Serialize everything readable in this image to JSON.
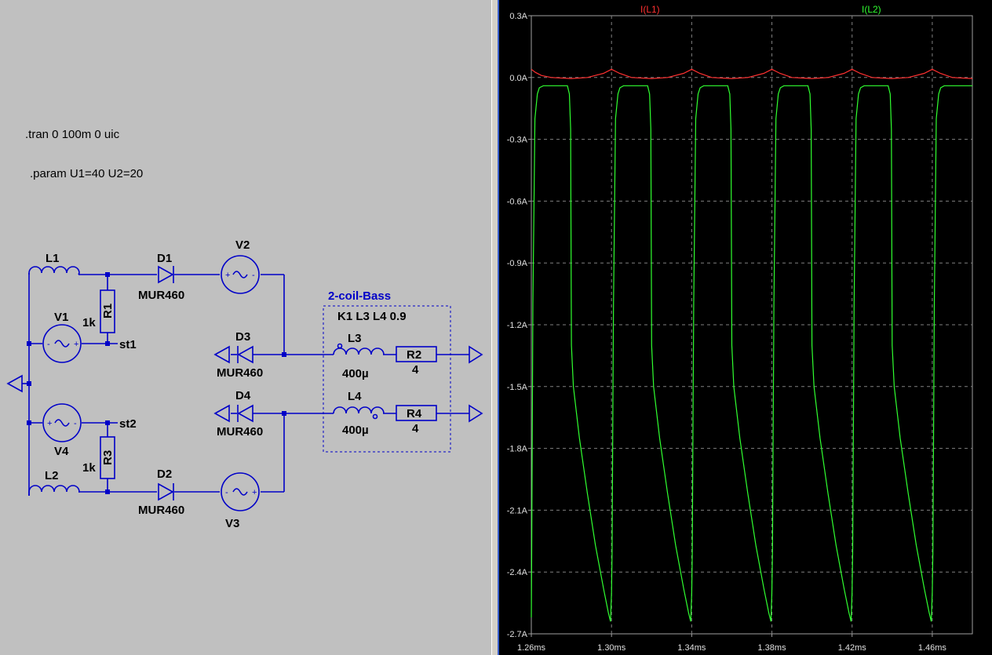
{
  "schematic": {
    "directives": {
      "tran": ".tran 0 100m 0 uic",
      "param": ".param U1=40 U2=20"
    },
    "components": {
      "L1": {
        "name": "L1"
      },
      "L2": {
        "name": "L2"
      },
      "L3": {
        "name": "L3",
        "value": "400µ"
      },
      "L4": {
        "name": "L4",
        "value": "400µ"
      },
      "D1": {
        "name": "D1",
        "model": "MUR460"
      },
      "D2": {
        "name": "D2",
        "model": "MUR460"
      },
      "D3": {
        "name": "D3",
        "model": "MUR460"
      },
      "D4": {
        "name": "D4",
        "model": "MUR460"
      },
      "R1": {
        "name": "R1",
        "value": "1k"
      },
      "R2": {
        "name": "R2",
        "value": "4"
      },
      "R3": {
        "name": "R3",
        "value": "1k"
      },
      "R4": {
        "name": "R4",
        "value": "4"
      },
      "V1": {
        "name": "V1"
      },
      "V2": {
        "name": "V2"
      },
      "V3": {
        "name": "V3"
      },
      "V4": {
        "name": "V4"
      }
    },
    "nets": {
      "st1": "st1",
      "st2": "st2"
    },
    "subcircuit": {
      "title": "2-coil-Bass",
      "coupling": "K1 L3 L4 0.9"
    },
    "colors": {
      "wire": "#0000c8",
      "background": "#c0c0c0"
    }
  },
  "chart_data": {
    "type": "line",
    "title": "",
    "xlabel": "",
    "ylabel": "",
    "xlim": [
      1.26,
      1.48
    ],
    "ylim": [
      -2.7,
      0.3
    ],
    "x_unit": "ms",
    "y_unit": "A",
    "x_ticks": [
      "1.26ms",
      "1.30ms",
      "1.34ms",
      "1.38ms",
      "1.42ms",
      "1.46ms"
    ],
    "x_tick_values": [
      1.26,
      1.3,
      1.34,
      1.38,
      1.42,
      1.46
    ],
    "y_ticks": [
      "0.3A",
      "0.0A",
      "-0.3A",
      "-0.6A",
      "-0.9A",
      "-1.2A",
      "-1.5A",
      "-1.8A",
      "-2.1A",
      "-2.4A",
      "-2.7A"
    ],
    "y_tick_values": [
      0.3,
      0.0,
      -0.3,
      -0.6,
      -0.9,
      -1.2,
      -1.5,
      -1.8,
      -2.1,
      -2.4,
      -2.7
    ],
    "grid": true,
    "legend_position": "top",
    "background": "#000000",
    "series": [
      {
        "name": "I(L1)",
        "color": "#ff3030",
        "x": [
          1.26,
          1.262,
          1.265,
          1.27,
          1.28,
          1.288,
          1.296,
          1.3,
          1.304,
          1.31,
          1.32,
          1.328,
          1.336,
          1.34,
          1.344,
          1.35,
          1.36,
          1.368,
          1.376,
          1.38,
          1.384,
          1.39,
          1.4,
          1.408,
          1.416,
          1.42,
          1.424,
          1.43,
          1.44,
          1.448,
          1.456,
          1.46,
          1.464,
          1.47,
          1.48
        ],
        "y": [
          0.04,
          0.025,
          0.01,
          0.0,
          -0.005,
          0.0,
          0.02,
          0.04,
          0.02,
          0.0,
          -0.005,
          0.0,
          0.02,
          0.04,
          0.02,
          0.0,
          -0.005,
          0.0,
          0.02,
          0.04,
          0.02,
          0.0,
          -0.005,
          0.0,
          0.02,
          0.04,
          0.02,
          0.0,
          -0.005,
          0.0,
          0.02,
          0.04,
          0.02,
          0.0,
          -0.005
        ]
      },
      {
        "name": "I(L2)",
        "color": "#30ff30",
        "x": [
          1.26,
          1.2602,
          1.2608,
          1.2618,
          1.263,
          1.264,
          1.266,
          1.278,
          1.279,
          1.2796,
          1.28,
          1.281,
          1.284,
          1.288,
          1.292,
          1.296,
          1.2985,
          1.2995,
          1.3,
          1.3003,
          1.301,
          1.302,
          1.3032,
          1.3042,
          1.306,
          1.318,
          1.319,
          1.3196,
          1.32,
          1.321,
          1.324,
          1.328,
          1.332,
          1.336,
          1.3385,
          1.3395,
          1.34,
          1.3403,
          1.341,
          1.342,
          1.3432,
          1.3442,
          1.346,
          1.358,
          1.359,
          1.3596,
          1.36,
          1.361,
          1.364,
          1.368,
          1.372,
          1.376,
          1.3785,
          1.3795,
          1.38,
          1.3803,
          1.381,
          1.382,
          1.3832,
          1.3842,
          1.386,
          1.398,
          1.399,
          1.3996,
          1.4,
          1.401,
          1.404,
          1.408,
          1.412,
          1.416,
          1.4185,
          1.4195,
          1.42,
          1.4203,
          1.421,
          1.422,
          1.4232,
          1.4242,
          1.426,
          1.438,
          1.439,
          1.4396,
          1.44,
          1.441,
          1.444,
          1.448,
          1.452,
          1.456,
          1.4585,
          1.4595,
          1.46,
          1.4603,
          1.461,
          1.462,
          1.4632,
          1.4642,
          1.466,
          1.48
        ],
        "y": [
          -2.62,
          -2.3,
          -1.1,
          -0.2,
          -0.08,
          -0.05,
          -0.04,
          -0.04,
          -0.08,
          -0.25,
          -1.3,
          -1.5,
          -1.75,
          -2.02,
          -2.27,
          -2.48,
          -2.6,
          -2.64,
          -2.5,
          -2.3,
          -1.1,
          -0.2,
          -0.08,
          -0.05,
          -0.04,
          -0.04,
          -0.08,
          -0.25,
          -1.3,
          -1.5,
          -1.75,
          -2.02,
          -2.27,
          -2.48,
          -2.6,
          -2.64,
          -2.5,
          -2.3,
          -1.1,
          -0.2,
          -0.08,
          -0.05,
          -0.04,
          -0.04,
          -0.08,
          -0.25,
          -1.3,
          -1.5,
          -1.75,
          -2.02,
          -2.27,
          -2.48,
          -2.6,
          -2.64,
          -2.5,
          -2.3,
          -1.1,
          -0.2,
          -0.08,
          -0.05,
          -0.04,
          -0.04,
          -0.08,
          -0.25,
          -1.3,
          -1.5,
          -1.75,
          -2.02,
          -2.27,
          -2.48,
          -2.6,
          -2.64,
          -2.5,
          -2.3,
          -1.1,
          -0.2,
          -0.08,
          -0.05,
          -0.04,
          -0.04,
          -0.08,
          -0.25,
          -1.3,
          -1.5,
          -1.75,
          -2.02,
          -2.27,
          -2.48,
          -2.6,
          -2.64,
          -2.5,
          -2.3,
          -1.1,
          -0.2,
          -0.08,
          -0.05,
          -0.04,
          -0.04
        ]
      }
    ]
  }
}
